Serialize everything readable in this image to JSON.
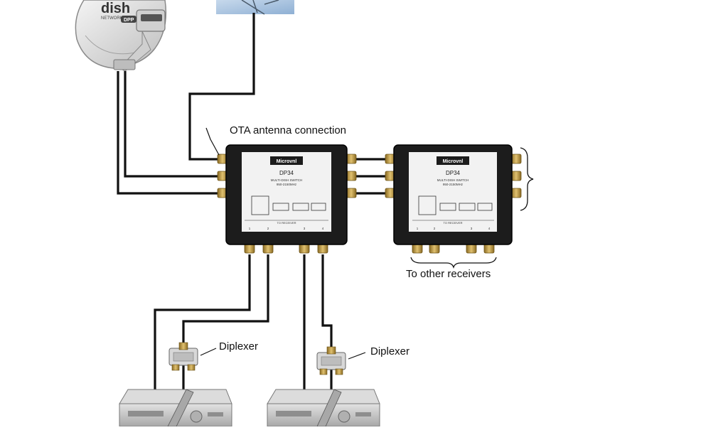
{
  "labels": {
    "ota": "OTA antenna connection",
    "to_other": "To other receivers",
    "diplexer_left": "Diplexer",
    "diplexer_right": "Diplexer"
  },
  "dish": {
    "brand": "dish",
    "brand_sub": "NETWORK",
    "lnb_tag": "DPP"
  },
  "switch": {
    "brand": "Microvnl",
    "model": "DP34",
    "desc_line1": "MULTI-DISH SWITCH",
    "desc_line2": "950-2150MHz",
    "footer": "TO RECEIVER",
    "port_numbers": [
      "1",
      "2",
      "3",
      "4"
    ]
  },
  "colors": {
    "cable": "#111111",
    "switch_body": "#1c1c1c",
    "label_panel": "#f2f2f2",
    "connector": "#c8a24a",
    "dish": "#d9d9d9",
    "sky": "#a9c4e0",
    "receiver": "#c9c9c9"
  }
}
